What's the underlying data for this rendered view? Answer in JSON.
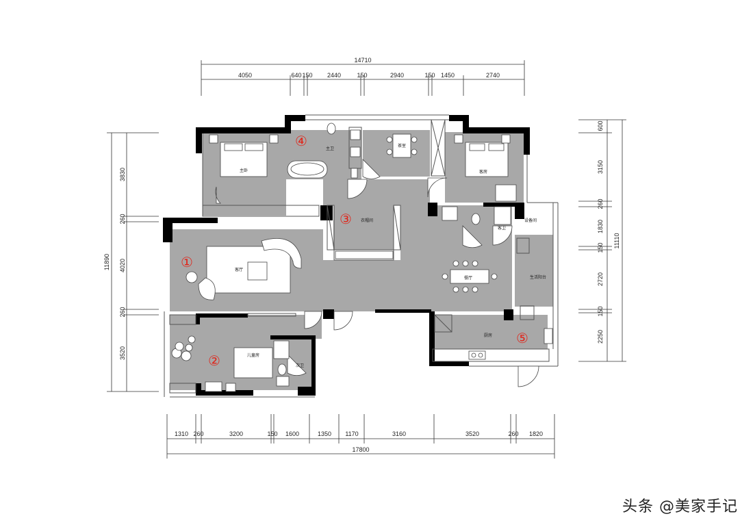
{
  "dimensions": {
    "top_total": "14710",
    "top_segments": [
      "4050",
      "640",
      "150",
      "2440",
      "150",
      "2940",
      "150",
      "1450",
      "2740"
    ],
    "bottom_total": "17800",
    "bottom_segments": [
      "1310",
      "260",
      "3200",
      "150",
      "1600",
      "1350",
      "1170",
      "3160",
      "3520",
      "260",
      "1820"
    ],
    "left_total": "11890",
    "left_segments": [
      "3830",
      "260",
      "4020",
      "260",
      "3520"
    ],
    "right_total": "11110",
    "right_segments": [
      "600",
      "3150",
      "260",
      "1830",
      "150",
      "2720",
      "150",
      "2250"
    ]
  },
  "rooms": {
    "master_bedroom": "主卧",
    "master_bath": "主卫",
    "tea_room": "茶室",
    "guest_bedroom": "客房",
    "cloakroom": "衣帽间",
    "living_room": "客厅",
    "dining_room": "餐厅",
    "guest_bath": "客卫",
    "equipment_room": "设备间",
    "service_balcony": "生活阳台",
    "kids_room": "儿童房",
    "second_bath": "次卫",
    "kitchen": "厨房"
  },
  "markers": [
    "①",
    "②",
    "③",
    "④",
    "⑤"
  ],
  "watermark": "头条 @美家手记",
  "colors": {
    "floor": "#a8a8a8",
    "wall": "#000000",
    "marker": "#e0261b",
    "line": "#333333"
  }
}
